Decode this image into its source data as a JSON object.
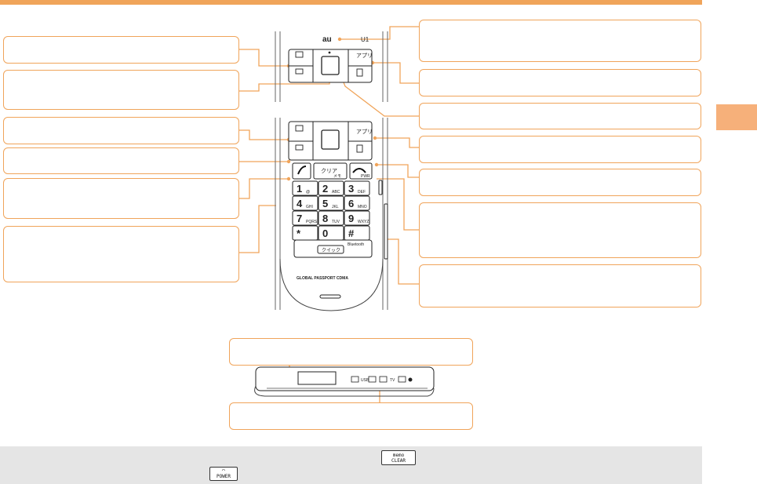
{
  "colors": {
    "accent": "#f0a45a",
    "tab": "#f6b07a",
    "bar": "#e5e5e5"
  },
  "phone_top": {
    "brand": "au",
    "model": "U1",
    "left_keys": [
      "book-icon",
      "mail-icon"
    ],
    "right_keys": [
      "アプリ",
      "media-key-icon"
    ]
  },
  "phone_front": {
    "softkeys": {
      "left": [
        "book-icon",
        "mail-icon"
      ],
      "right_app": "アプリ"
    },
    "clear_key": {
      "main": "クリア",
      "sub": "メモ"
    },
    "power_key": {
      "sub": "PWR"
    },
    "keypad": [
      {
        "digit": "1",
        "sub": "@"
      },
      {
        "digit": "2",
        "sub": "ABC"
      },
      {
        "digit": "3",
        "sub": "DEF"
      },
      {
        "digit": "4",
        "sub": "GHI"
      },
      {
        "digit": "5",
        "sub": "JKL"
      },
      {
        "digit": "6",
        "sub": "MNO"
      },
      {
        "digit": "7",
        "sub": "PQRS"
      },
      {
        "digit": "8",
        "sub": "TUV"
      },
      {
        "digit": "9",
        "sub": "WXYZ"
      },
      {
        "digit": "*",
        "sub": ""
      },
      {
        "digit": "0",
        "sub": ""
      },
      {
        "digit": "#",
        "sub": ""
      }
    ],
    "quick_key": "クイック",
    "bluetooth_label": "Bluetooth",
    "bottom_label": "GLOBAL PASSPORT CDMA"
  },
  "side_view": {
    "labels": [
      "USB",
      "TV"
    ]
  },
  "bottom_bar": {
    "line1_icon": {
      "top": "memo",
      "bottom": "CLEAR"
    },
    "line2_icon": {
      "top": "",
      "bottom": "POWER"
    }
  }
}
